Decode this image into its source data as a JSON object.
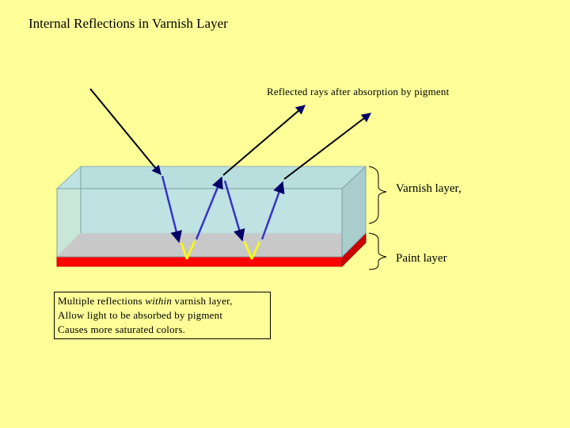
{
  "title": "Internal Reflections in Varnish Layer",
  "rays_label": "Reflected rays after absorption by pigment",
  "varnish_label": "Varnish layer,",
  "paint_label": "Paint layer",
  "note": {
    "line1_before": "Multiple reflections ",
    "line1_em": "within",
    "line1_after": " varnish layer,",
    "line2": "Allow light to be absorbed by pigment",
    "line3": "Causes more saturated colors."
  },
  "colors": {
    "background": "#ffff99",
    "varnish": "#bfe3e3",
    "paint": "#ff3333",
    "ray_dark": "#000000",
    "ray_blue": "#3333cc",
    "ray_yellow": "#ffff00",
    "arrowhead": "#000066"
  }
}
